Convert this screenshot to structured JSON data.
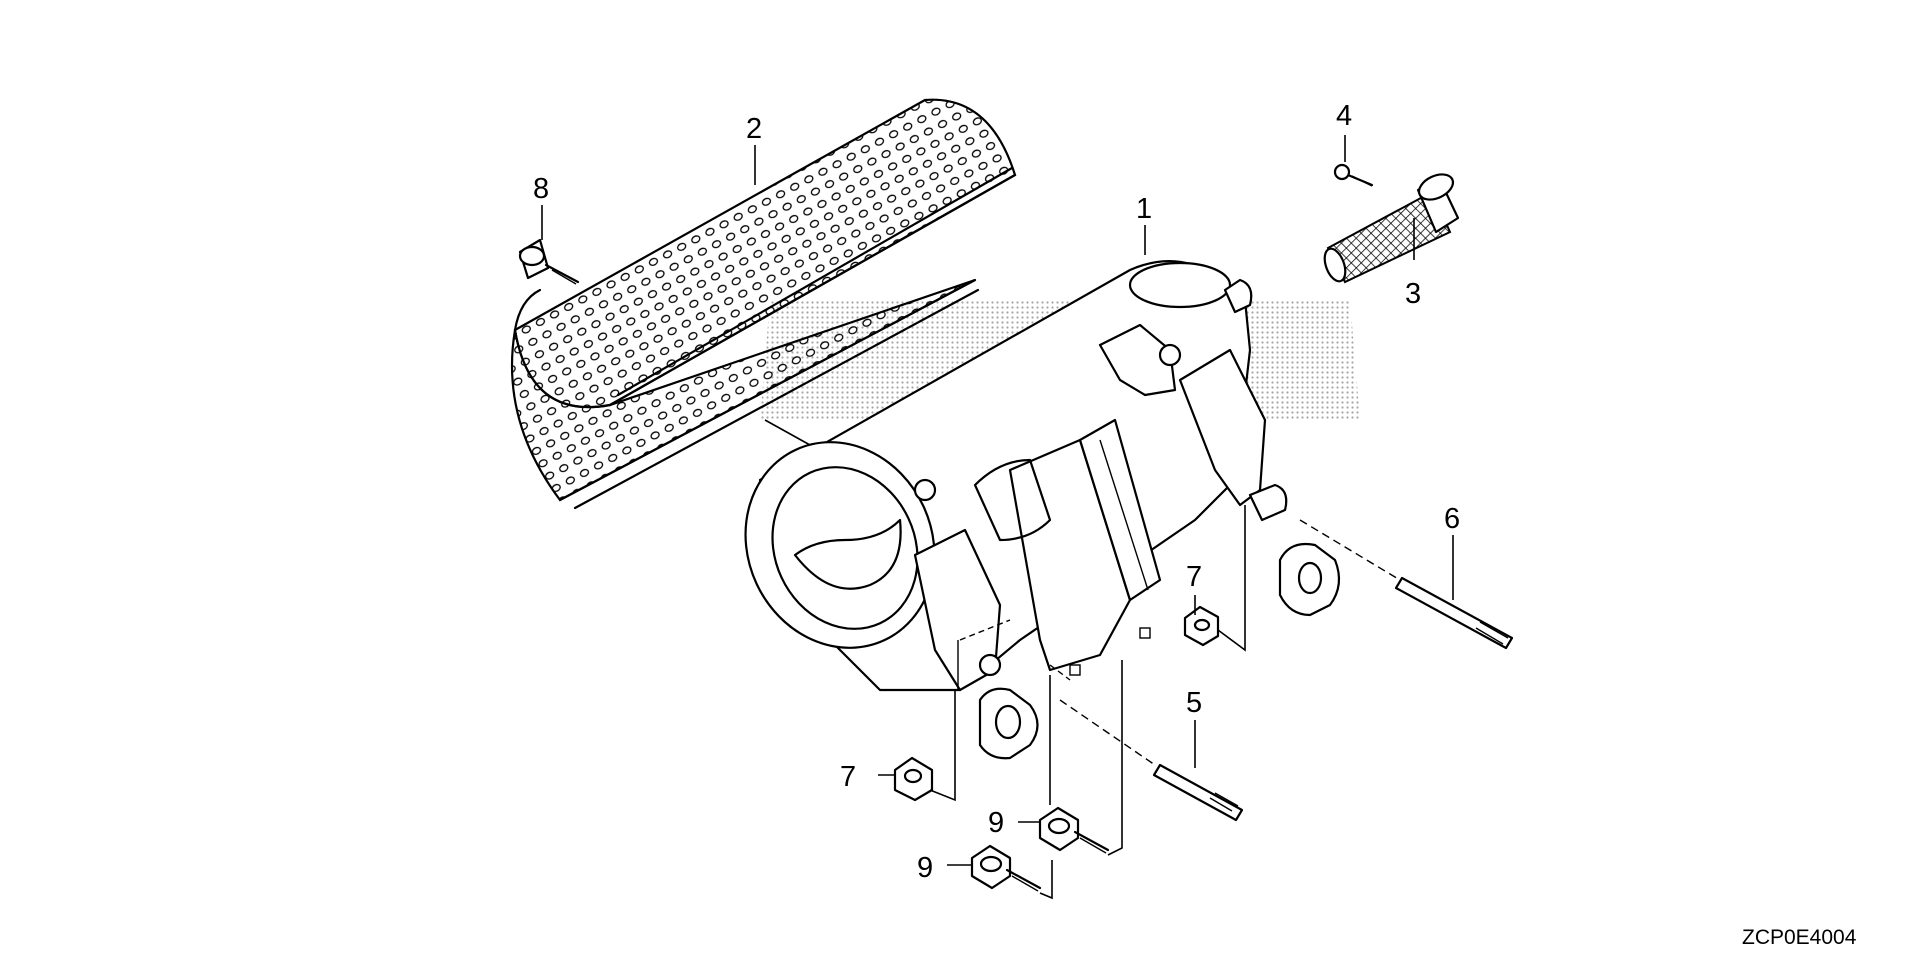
{
  "diagram": {
    "code": "ZCP0E4004",
    "callouts": [
      {
        "id": "1",
        "label": "1"
      },
      {
        "id": "2",
        "label": "2"
      },
      {
        "id": "3",
        "label": "3"
      },
      {
        "id": "4",
        "label": "4"
      },
      {
        "id": "5",
        "label": "5"
      },
      {
        "id": "6",
        "label": "6"
      },
      {
        "id": "7a",
        "label": "7"
      },
      {
        "id": "7b",
        "label": "7"
      },
      {
        "id": "8",
        "label": "8"
      },
      {
        "id": "9a",
        "label": "9"
      },
      {
        "id": "9b",
        "label": "9"
      }
    ]
  }
}
